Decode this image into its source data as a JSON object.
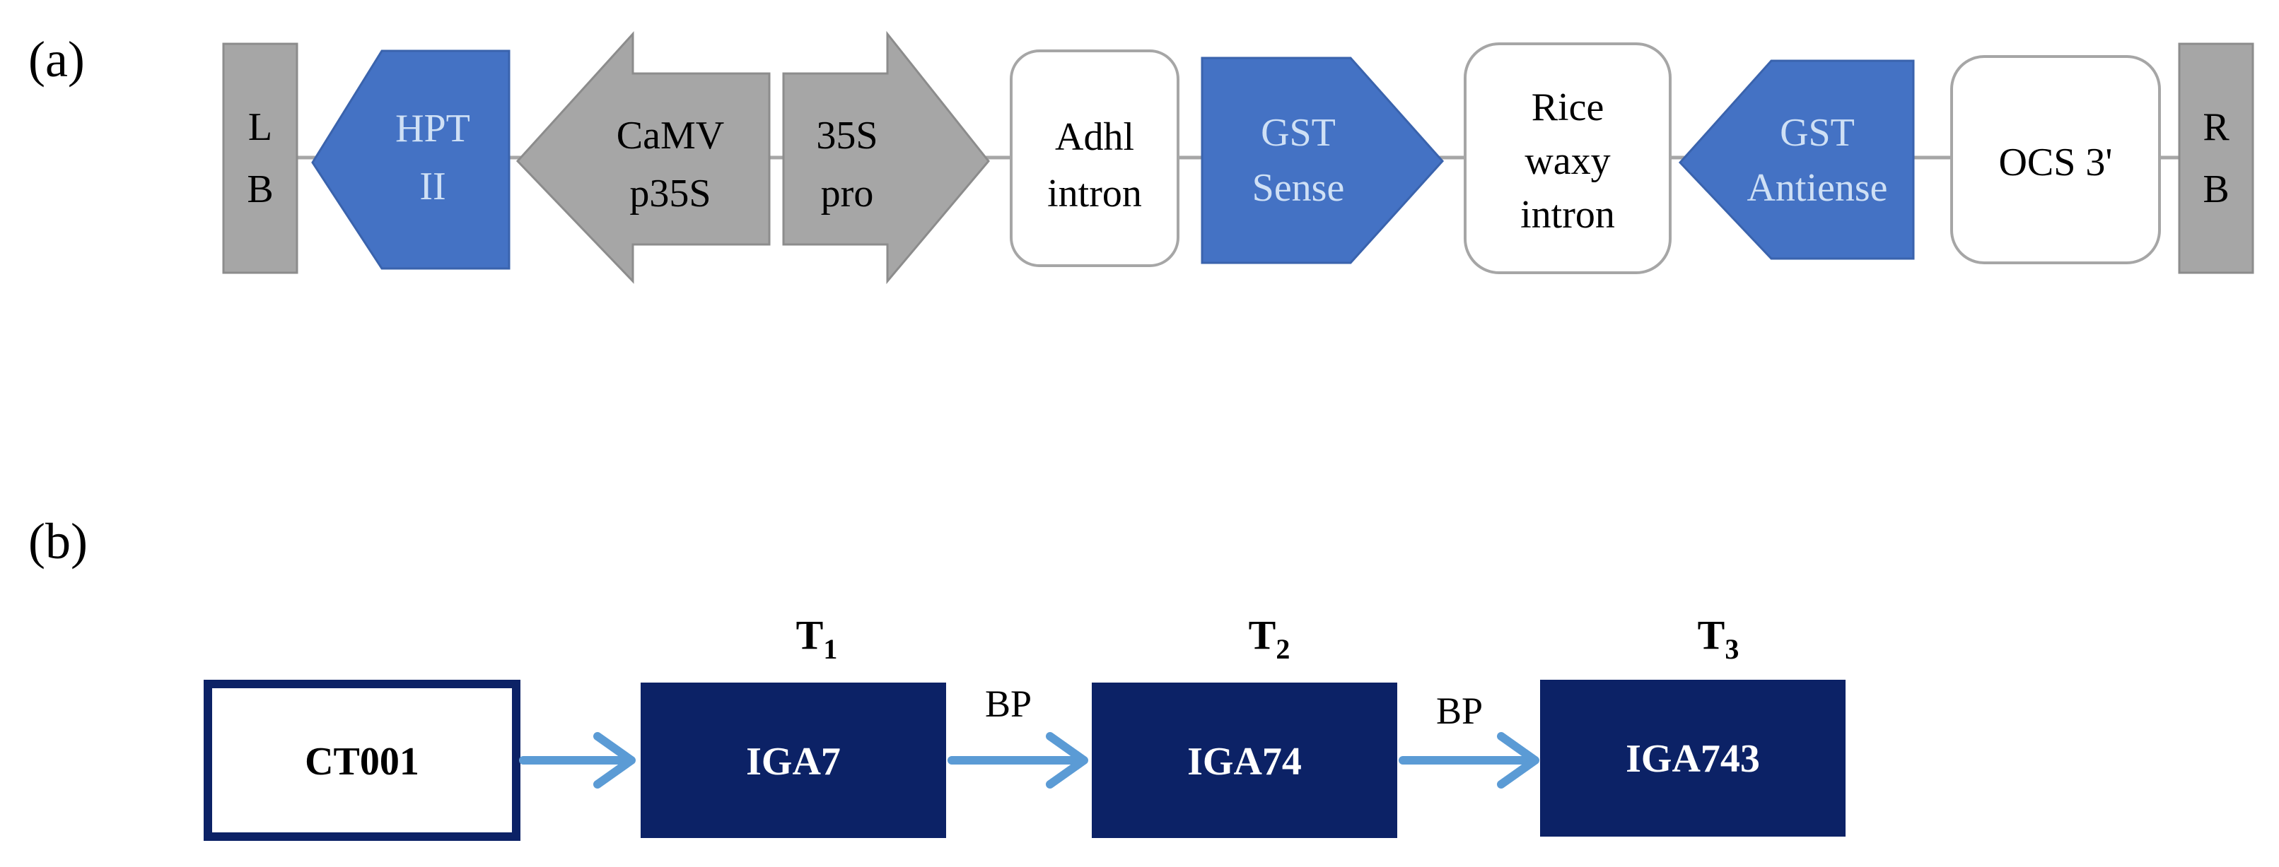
{
  "colors": {
    "blue": "#4472c4",
    "gray": "#a6a6a6",
    "gray_stroke": "#8c8c8c",
    "navy": "#0c2266",
    "arrow_blue": "#5b9bd5",
    "white_text": "#ffffff",
    "light_blue_text": "#cfe0f5"
  },
  "panel_a": {
    "label": "(a)",
    "elements": [
      {
        "id": "lb",
        "lines": [
          "L",
          "B"
        ]
      },
      {
        "id": "hpt",
        "lines": [
          "HPT",
          "II"
        ]
      },
      {
        "id": "camv",
        "lines": [
          "CaMV",
          "p35S"
        ]
      },
      {
        "id": "pro35s",
        "lines": [
          "35S",
          "pro"
        ]
      },
      {
        "id": "adhl",
        "lines": [
          "Adhl",
          "intron"
        ]
      },
      {
        "id": "gst-sense",
        "lines": [
          "GST",
          "Sense"
        ]
      },
      {
        "id": "waxy",
        "lines": [
          "Rice",
          "waxy",
          "intron"
        ]
      },
      {
        "id": "gst-antisense",
        "lines": [
          "GST",
          "Antiense"
        ]
      },
      {
        "id": "ocs",
        "lines": [
          "OCS 3'"
        ]
      },
      {
        "id": "rb",
        "lines": [
          "R",
          "B"
        ]
      }
    ]
  },
  "panel_b": {
    "label": "(b)",
    "generations": [
      {
        "letter": "T",
        "sub": "1"
      },
      {
        "letter": "T",
        "sub": "2"
      },
      {
        "letter": "T",
        "sub": "3"
      }
    ],
    "lines": [
      "CT001",
      "IGA7",
      "IGA74",
      "IGA743"
    ],
    "transitions": [
      "BP",
      "BP"
    ]
  }
}
